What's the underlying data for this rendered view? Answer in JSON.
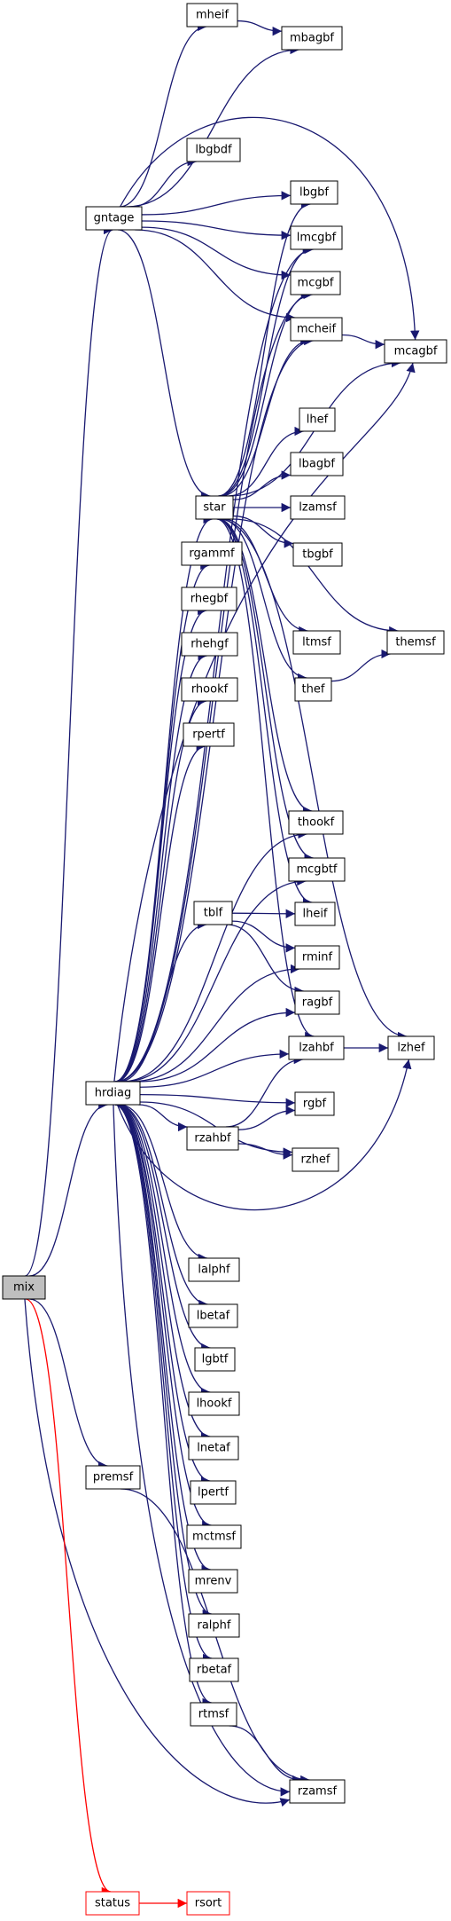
{
  "colors": {
    "edge": "#191970",
    "edge_red": "#ff0000",
    "root_fill": "#bfbfbf"
  },
  "nodes": [
    {
      "id": "mix",
      "label": "mix",
      "style": "root"
    },
    {
      "id": "gntage",
      "label": "gntage"
    },
    {
      "id": "hrdiag",
      "label": "hrdiag"
    },
    {
      "id": "premsf",
      "label": "premsf"
    },
    {
      "id": "status",
      "label": "status",
      "style": "red"
    },
    {
      "id": "rzamsf",
      "label": "rzamsf"
    },
    {
      "id": "rsort",
      "label": "rsort",
      "style": "red"
    },
    {
      "id": "mheif",
      "label": "mheif"
    },
    {
      "id": "mbagbf",
      "label": "mbagbf"
    },
    {
      "id": "lbgbdf",
      "label": "lbgbdf"
    },
    {
      "id": "lbgbf",
      "label": "lbgbf"
    },
    {
      "id": "lmcgbf",
      "label": "lmcgbf"
    },
    {
      "id": "mcgbf",
      "label": "mcgbf"
    },
    {
      "id": "mcheif",
      "label": "mcheif"
    },
    {
      "id": "mcagbf",
      "label": "mcagbf"
    },
    {
      "id": "star",
      "label": "star"
    },
    {
      "id": "lhef",
      "label": "lhef"
    },
    {
      "id": "lbagbf",
      "label": "lbagbf"
    },
    {
      "id": "lzamsf",
      "label": "lzamsf"
    },
    {
      "id": "tbgbf",
      "label": "tbgbf"
    },
    {
      "id": "ltmsf",
      "label": "ltmsf"
    },
    {
      "id": "themsf",
      "label": "themsf"
    },
    {
      "id": "thef",
      "label": "thef"
    },
    {
      "id": "thookf",
      "label": "thookf"
    },
    {
      "id": "mcgbtf",
      "label": "mcgbtf"
    },
    {
      "id": "lheif",
      "label": "lheif"
    },
    {
      "id": "lzahbf",
      "label": "lzahbf"
    },
    {
      "id": "lzhef",
      "label": "lzhef"
    },
    {
      "id": "rgammf",
      "label": "rgammf"
    },
    {
      "id": "rhegbf",
      "label": "rhegbf"
    },
    {
      "id": "rhehgf",
      "label": "rhehgf"
    },
    {
      "id": "rhookf",
      "label": "rhookf"
    },
    {
      "id": "rpertf",
      "label": "rpertf"
    },
    {
      "id": "tblf",
      "label": "tblf"
    },
    {
      "id": "rminf",
      "label": "rminf"
    },
    {
      "id": "ragbf",
      "label": "ragbf"
    },
    {
      "id": "rgbf",
      "label": "rgbf"
    },
    {
      "id": "rzahbf",
      "label": "rzahbf"
    },
    {
      "id": "rzhef",
      "label": "rzhef"
    },
    {
      "id": "lalphf",
      "label": "lalphf"
    },
    {
      "id": "lbetaf",
      "label": "lbetaf"
    },
    {
      "id": "lgbtf",
      "label": "lgbtf"
    },
    {
      "id": "lhookf",
      "label": "lhookf"
    },
    {
      "id": "lnetaf",
      "label": "lnetaf"
    },
    {
      "id": "lpertf",
      "label": "lpertf"
    },
    {
      "id": "mctmsf",
      "label": "mctmsf"
    },
    {
      "id": "mrenv",
      "label": "mrenv"
    },
    {
      "id": "ralphf",
      "label": "ralphf"
    },
    {
      "id": "rbetaf",
      "label": "rbetaf"
    },
    {
      "id": "rtmsf",
      "label": "rtmsf"
    }
  ],
  "edges": [
    [
      "mix",
      "gntage"
    ],
    [
      "mix",
      "hrdiag"
    ],
    [
      "mix",
      "premsf"
    ],
    [
      "mix",
      "rzamsf"
    ],
    [
      "mix",
      "status"
    ],
    [
      "gntage",
      "mheif"
    ],
    [
      "gntage",
      "mbagbf"
    ],
    [
      "gntage",
      "lbgbdf"
    ],
    [
      "gntage",
      "lbgbf"
    ],
    [
      "gntage",
      "lmcgbf"
    ],
    [
      "gntage",
      "mcgbf"
    ],
    [
      "gntage",
      "mcheif"
    ],
    [
      "gntage",
      "mcagbf"
    ],
    [
      "gntage",
      "star"
    ],
    [
      "mheif",
      "mbagbf"
    ],
    [
      "mcheif",
      "mcagbf"
    ],
    [
      "themsf_from_thef",
      "themsf"
    ],
    [
      "star",
      "lbgbf"
    ],
    [
      "star",
      "lmcgbf"
    ],
    [
      "star",
      "mcgbf"
    ],
    [
      "star",
      "mcheif"
    ],
    [
      "star",
      "mcagbf"
    ],
    [
      "star",
      "lhef"
    ],
    [
      "star",
      "lbagbf"
    ],
    [
      "star",
      "lzamsf"
    ],
    [
      "star",
      "tbgbf"
    ],
    [
      "star",
      "ltmsf"
    ],
    [
      "star",
      "themsf"
    ],
    [
      "star",
      "thef"
    ],
    [
      "star",
      "thookf"
    ],
    [
      "star",
      "mcgbtf"
    ],
    [
      "star",
      "lheif"
    ],
    [
      "star",
      "lzahbf"
    ],
    [
      "star",
      "lzhef"
    ],
    [
      "hrdiag",
      "star"
    ],
    [
      "hrdiag",
      "lmcgbf"
    ],
    [
      "hrdiag",
      "mcgbf"
    ],
    [
      "hrdiag",
      "mcheif"
    ],
    [
      "hrdiag",
      "mcagbf"
    ],
    [
      "hrdiag",
      "rgammf"
    ],
    [
      "hrdiag",
      "rhegbf"
    ],
    [
      "hrdiag",
      "rhehgf"
    ],
    [
      "hrdiag",
      "rhookf"
    ],
    [
      "hrdiag",
      "rpertf"
    ],
    [
      "hrdiag",
      "thookf"
    ],
    [
      "hrdiag",
      "mcgbtf"
    ],
    [
      "hrdiag",
      "tblf"
    ],
    [
      "hrdiag",
      "rminf"
    ],
    [
      "hrdiag",
      "ragbf"
    ],
    [
      "hrdiag",
      "lzahbf"
    ],
    [
      "hrdiag",
      "rgbf"
    ],
    [
      "hrdiag",
      "rzahbf"
    ],
    [
      "hrdiag",
      "rzhef"
    ],
    [
      "hrdiag",
      "lzhef"
    ],
    [
      "hrdiag",
      "lalphf"
    ],
    [
      "hrdiag",
      "lbetaf"
    ],
    [
      "hrdiag",
      "lgbtf"
    ],
    [
      "hrdiag",
      "lhookf"
    ],
    [
      "hrdiag",
      "lnetaf"
    ],
    [
      "hrdiag",
      "lpertf"
    ],
    [
      "hrdiag",
      "mctmsf"
    ],
    [
      "hrdiag",
      "mrenv"
    ],
    [
      "hrdiag",
      "ralphf"
    ],
    [
      "hrdiag",
      "rbetaf"
    ],
    [
      "hrdiag",
      "rtmsf"
    ],
    [
      "hrdiag",
      "rzamsf"
    ],
    [
      "tblf",
      "lheif"
    ],
    [
      "tblf",
      "rminf"
    ],
    [
      "tblf",
      "ragbf"
    ],
    [
      "lzahbf",
      "lzhef"
    ],
    [
      "rzahbf",
      "lzahbf"
    ],
    [
      "rzahbf",
      "rgbf"
    ],
    [
      "rzahbf",
      "rzhef"
    ],
    [
      "thef",
      "themsf"
    ],
    [
      "premsf",
      "rzamsf"
    ],
    [
      "rtmsf",
      "rzamsf"
    ],
    [
      "status",
      "rsort"
    ]
  ]
}
